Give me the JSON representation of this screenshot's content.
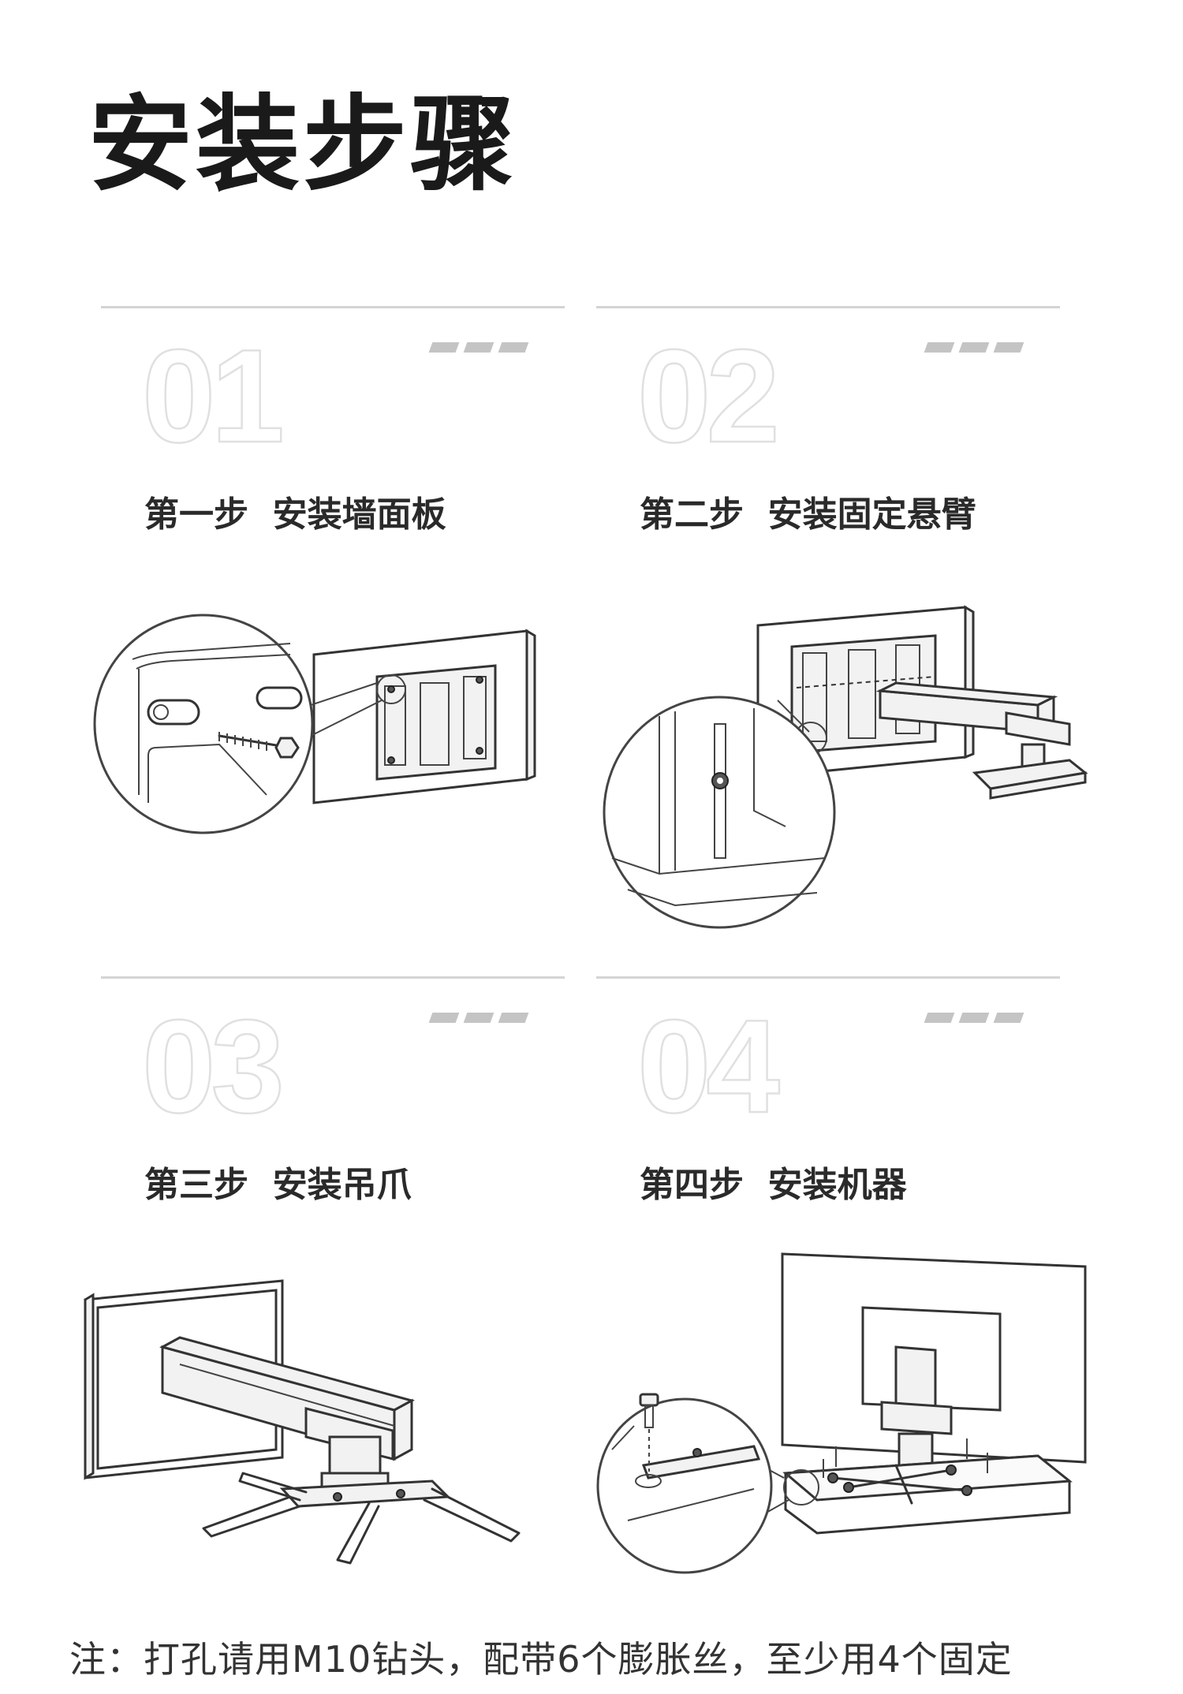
{
  "page_title": "安装步骤",
  "steps": [
    {
      "number": "01",
      "label": "第一步  安装墙面板"
    },
    {
      "number": "02",
      "label": "第二步  安装固定悬臂"
    },
    {
      "number": "03",
      "label": "第三步  安装吊爪"
    },
    {
      "number": "04",
      "label": "第四步  安装机器"
    }
  ],
  "note": "注：打孔请用M10钻头，配带6个膨胀丝，至少用4个固定"
}
